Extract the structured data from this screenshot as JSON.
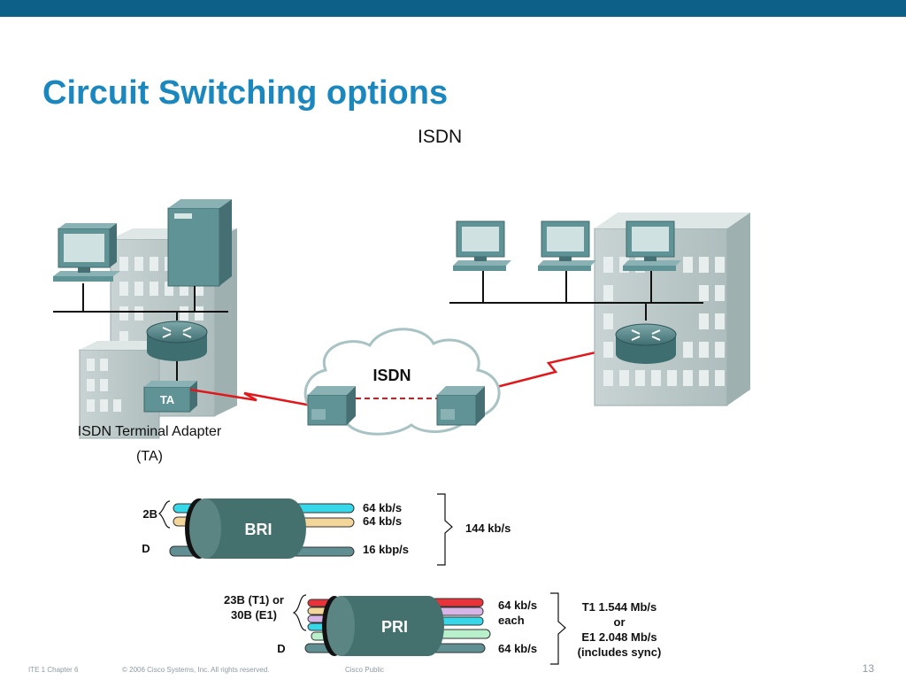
{
  "slide": {
    "title": "Circuit Switching options",
    "subtitle": "ISDN",
    "page_number": "13"
  },
  "network": {
    "cloud_label": "ISDN",
    "ta_label": "TA",
    "ta_caption_line1": "ISDN Terminal Adapter",
    "ta_caption_line2": "(TA)"
  },
  "bri": {
    "label": "BRI",
    "group_label": "2B",
    "d_label": "D",
    "rate_b1": "64 kb/s",
    "rate_b2": "64 kb/s",
    "rate_d": "16 kbp/s",
    "total": "144 kb/s"
  },
  "pri": {
    "label": "PRI",
    "group_line1": "23B (T1) or",
    "group_line2": "30B (E1)",
    "d_label": "D",
    "rate_b_line1": "64 kb/s",
    "rate_b_line2": "each",
    "rate_d": "64 kb/s",
    "total_line1": "T1 1.544 Mb/s",
    "total_line2": "or",
    "total_line3": "E1 2.048 Mb/s",
    "total_line4": "(includes sync)"
  },
  "footer": {
    "chapter": "ITE 1 Chapter 6",
    "copyright": "© 2006 Cisco Systems, Inc. All rights reserved.",
    "classification": "Cisco Public"
  },
  "colors": {
    "header_bar": "#0d6087",
    "title": "#1a87be",
    "device_teal": "#5f9396",
    "wan_link": "#e0181c"
  }
}
